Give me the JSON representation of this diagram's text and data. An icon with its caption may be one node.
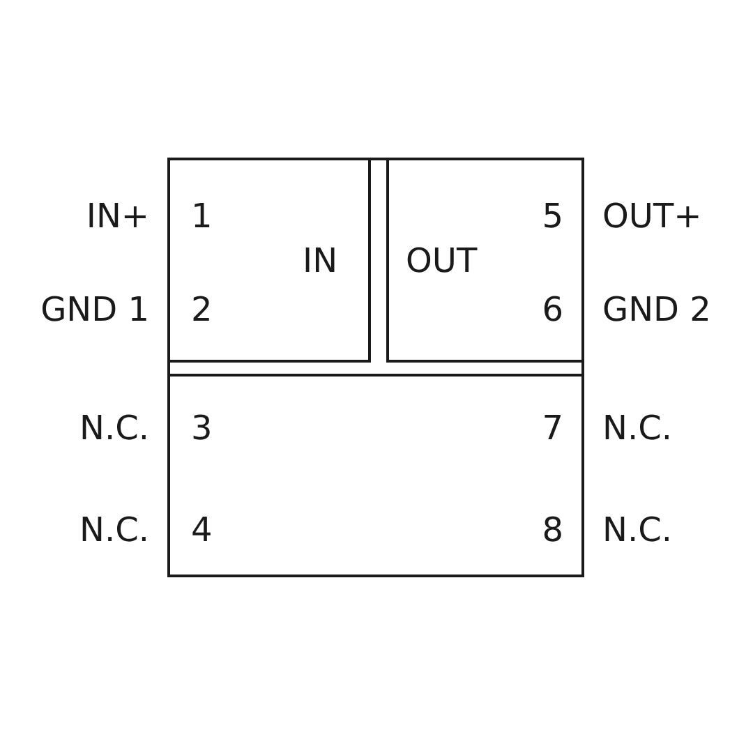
{
  "diagram": {
    "nodes": [
      {
        "text": [],
        "shape": "box"
      },
      {
        "text": [
          "IN"
        ],
        "in": 0
      },
      {
        "text": [
          "OUT"
        ],
        "in": 0
      },
      {
        "text": [],
        "shape": "box",
        "in": 0
      }
    ],
    "edges": [],
    "labels": [
      "IN+",
      "1",
      "5",
      "OUT+",
      "GND 1",
      "2",
      "6",
      "GND 2",
      "N.C.",
      "3",
      "7",
      "N.C.",
      "N.C.",
      "4",
      "8",
      "N.C."
    ]
  }
}
